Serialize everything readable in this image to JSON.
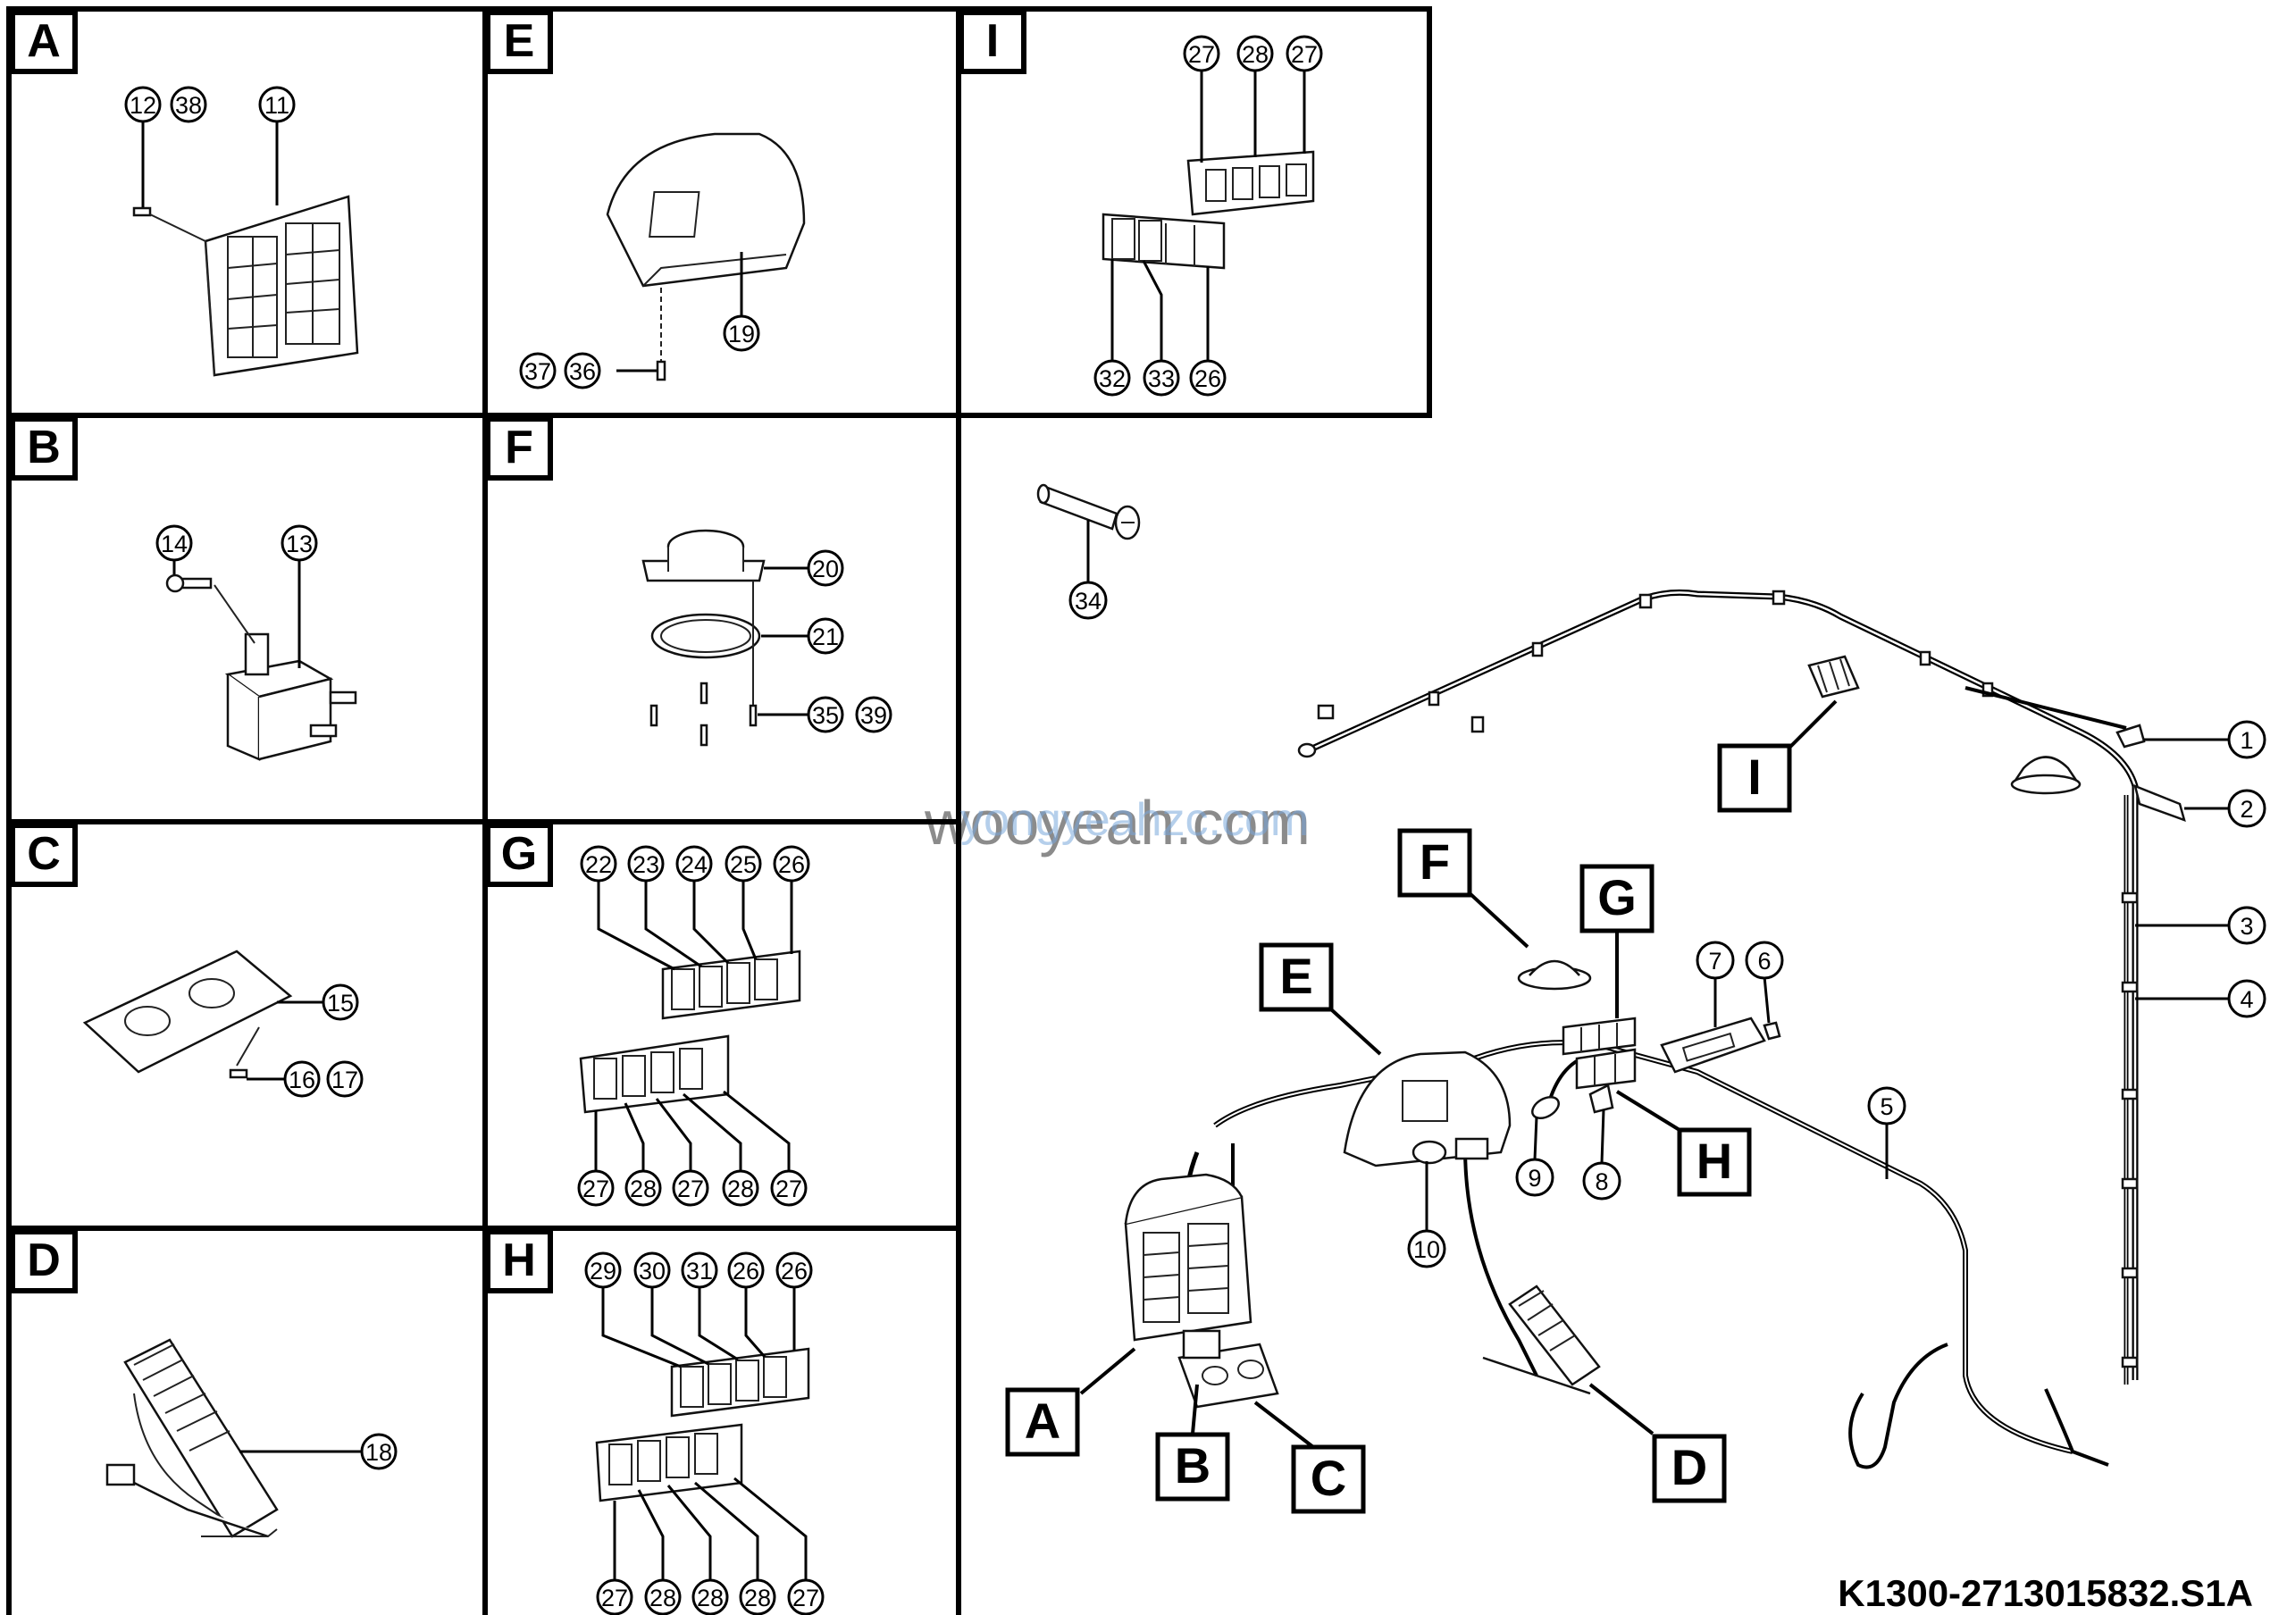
{
  "diagram": {
    "part_code": "K1300-2713015832.S1A",
    "watermark_primary": "wooyeah.com",
    "watermark_secondary": "yongyeahzc.com",
    "panels": {
      "A": {
        "label": "A",
        "callouts": [
          "12",
          "38",
          "11"
        ]
      },
      "B": {
        "label": "B",
        "callouts": [
          "14",
          "13"
        ]
      },
      "C": {
        "label": "C",
        "callouts": [
          "15",
          "16",
          "17"
        ]
      },
      "D": {
        "label": "D",
        "callouts": [
          "18"
        ]
      },
      "E": {
        "label": "E",
        "callouts": [
          "37",
          "36",
          "19"
        ]
      },
      "F": {
        "label": "F",
        "callouts": [
          "20",
          "21",
          "35",
          "39"
        ]
      },
      "G": {
        "label": "G",
        "callouts_top": [
          "22",
          "23",
          "24",
          "25",
          "26"
        ],
        "callouts_bottom": [
          "27",
          "28",
          "27",
          "28",
          "27"
        ]
      },
      "H": {
        "label": "H",
        "callouts_top": [
          "29",
          "30",
          "31",
          "26",
          "26"
        ],
        "callouts_bottom": [
          "27",
          "28",
          "28",
          "28",
          "27"
        ]
      },
      "I": {
        "label": "I",
        "callouts_top": [
          "27",
          "28",
          "27"
        ],
        "callouts_bottom": [
          "32",
          "33",
          "26"
        ]
      }
    },
    "main": {
      "callout_34": "34",
      "right_callouts": [
        "1",
        "2",
        "3",
        "4"
      ],
      "misc_callouts": {
        "c5": "5",
        "c6": "6",
        "c7": "7",
        "c8": "8",
        "c9": "9",
        "c10": "10"
      },
      "letter_boxes": {
        "A": "A",
        "B": "B",
        "C": "C",
        "D": "D",
        "E": "E",
        "F": "F",
        "G": "G",
        "H": "H",
        "I": "I"
      }
    }
  }
}
